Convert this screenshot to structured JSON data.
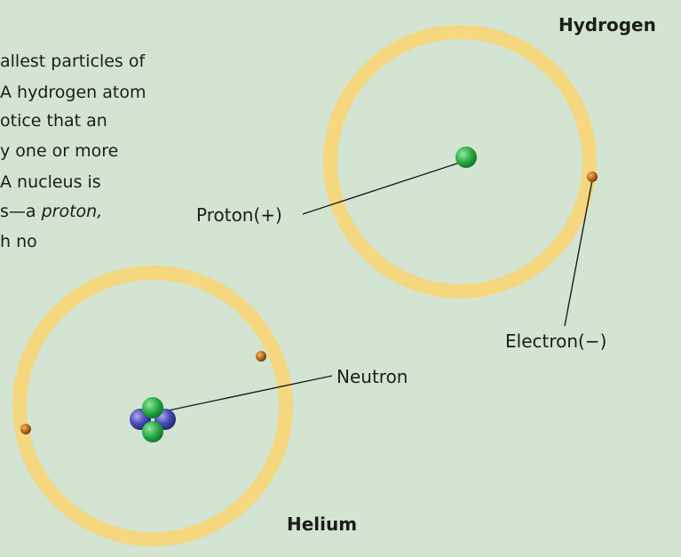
{
  "text_block": {
    "lines": [
      "allest particles of",
      "A hydrogen atom",
      "otice that an",
      "y one or more",
      "A nucleus is",
      "s—a ",
      "h no"
    ],
    "line6_emphasis": "proton,"
  },
  "atoms": {
    "hydrogen": {
      "title": "Hydrogen",
      "proton_label": "Proton(+)",
      "electron_label": "Electron(−)"
    },
    "helium": {
      "title": "Helium",
      "neutron_label": "Neutron"
    }
  },
  "colors": {
    "background": "#d4e4d2",
    "orbit": "#f4d77f",
    "proton": "#2fb34a",
    "neutron": "#4b4fb6",
    "electron": "#b8661c"
  }
}
